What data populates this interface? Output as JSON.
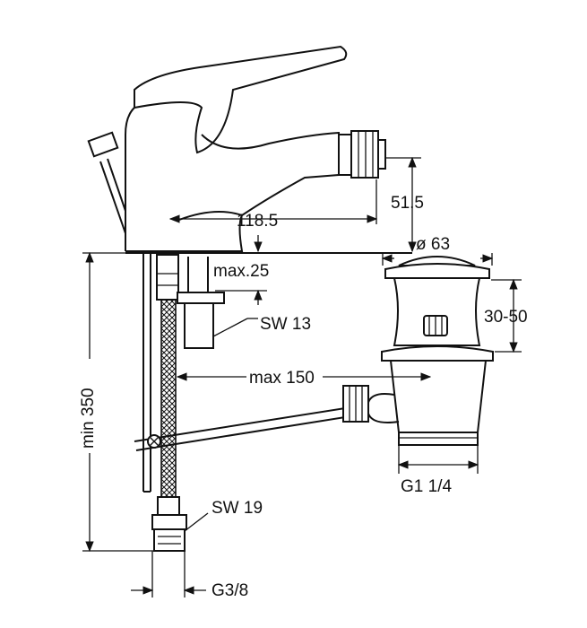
{
  "dimensions": {
    "spout_reach": "118.5",
    "spout_height": "51.5",
    "deck_max": "max.25",
    "nut_size": "SW 13",
    "waste_reach": "max 150",
    "min_height": "min 350",
    "hose_nut": "SW 19",
    "hose_thread": "G3/8",
    "waste_diameter": "ø 63",
    "waste_range": "30-50",
    "waste_thread": "G1 1/4"
  },
  "colors": {
    "ink": "#111111",
    "paper": "#ffffff"
  }
}
